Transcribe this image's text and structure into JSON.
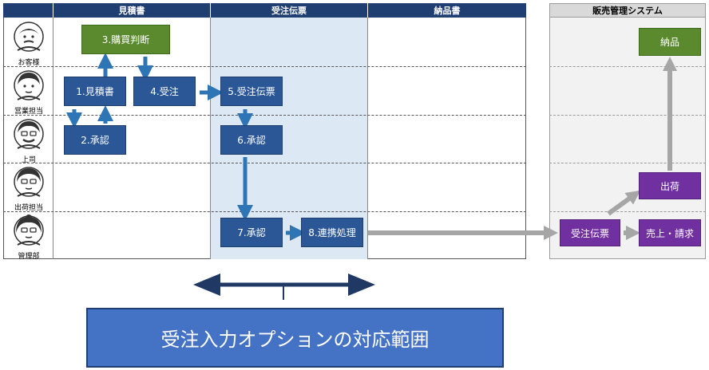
{
  "columns": {
    "quote": "見積書",
    "order_slip": "受注伝票",
    "delivery": "納品書",
    "system": "販売管理システム"
  },
  "roles": [
    {
      "label": "お客様",
      "icon": "customer-icon"
    },
    {
      "label": "営業担当",
      "icon": "sales-rep-icon"
    },
    {
      "label": "上司",
      "icon": "manager-icon"
    },
    {
      "label": "出荷担当",
      "icon": "shipping-rep-icon"
    },
    {
      "label": "管理部",
      "icon": "admin-dept-icon"
    }
  ],
  "steps": {
    "s1": "1.見積書",
    "s2": "2.承認",
    "s3": "3.購買判断",
    "s4": "4.受注",
    "s5": "5.受注伝票",
    "s6": "6.承認",
    "s7": "7.承認",
    "s8": "8.連携処理"
  },
  "system_boxes": {
    "order_slip": "受注伝票",
    "shipping": "出荷",
    "sales_billing": "売上・請求",
    "delivery": "納品"
  },
  "banner": "受注入力オプションの対応範囲",
  "colors": {
    "header": "#1f3f73",
    "step_blue": "#2b5797",
    "step_green": "#5b8a2e",
    "step_purple": "#7030a0",
    "highlight": "#dce9f5",
    "system_bg": "#f2f2f2",
    "arrow_blue": "#2e75b6",
    "arrow_gray": "#a6a6a6",
    "banner": "#4472c4"
  }
}
